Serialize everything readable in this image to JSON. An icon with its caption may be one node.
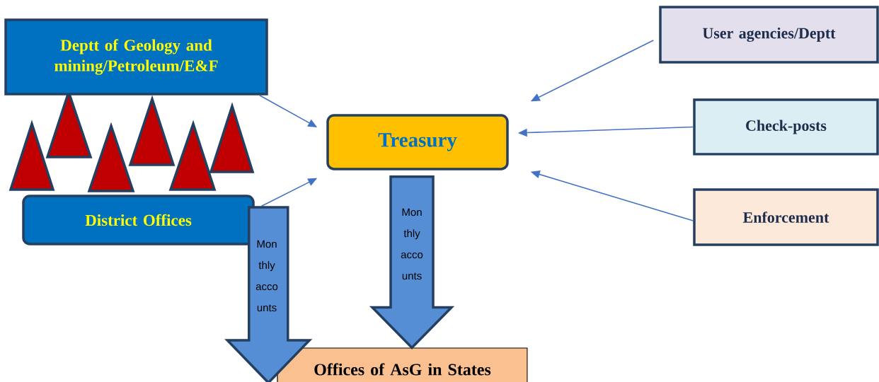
{
  "diagram": {
    "nodes": [
      {
        "text": [
          "Deptt of Geology and mining/Petroleum/E&F"
        ]
      },
      {
        "text": [
          "District Offices"
        ]
      },
      {
        "text": [
          "Treasury"
        ]
      },
      {
        "text": [
          "User agencies/Deptt"
        ]
      },
      {
        "text": [
          "Check-posts"
        ]
      },
      {
        "text": [
          "Enforcement"
        ]
      },
      {
        "text": [
          "Offices of AsG in States"
        ]
      }
    ],
    "edges": [
      {
        "from": 0,
        "to": 2,
        "arrow": "to"
      },
      {
        "from": 1,
        "to": 2,
        "arrow": "to"
      },
      {
        "from": 3,
        "to": 2,
        "arrow": "to"
      },
      {
        "from": 4,
        "to": 2,
        "arrow": "to"
      },
      {
        "from": 5,
        "to": 2,
        "arrow": "to"
      },
      {
        "from": 1,
        "to": 6,
        "arrow": "to",
        "style": "thick",
        "label": "Mon thly acco unts"
      },
      {
        "from": 2,
        "to": 6,
        "arrow": "to",
        "style": "thick",
        "label": "Mon thly acco unts"
      }
    ]
  }
}
